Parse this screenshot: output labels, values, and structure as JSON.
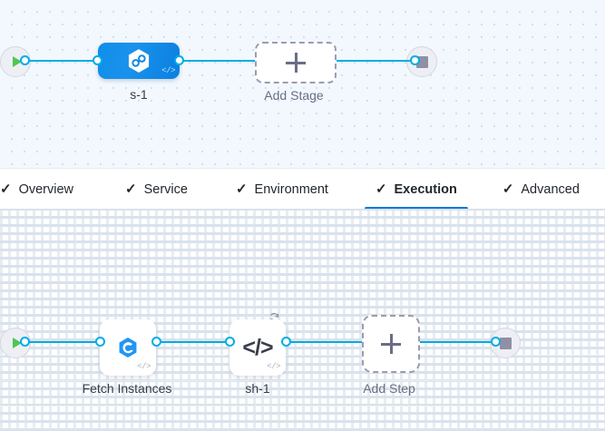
{
  "stage_canvas": {
    "name": "pipeline-stage-canvas",
    "background_color": "#f2f8fd",
    "start_node": {
      "icon": "play-icon",
      "label": ""
    },
    "end_node": {
      "icon": "stop-icon",
      "label": ""
    },
    "nodes": [
      {
        "id": "stage-s-1",
        "label": "s-1",
        "type": "deployment-stage",
        "icon": "harness-infinity-hexagon-icon",
        "badge_icon": "code-brackets-icon",
        "selected": true,
        "color": "#0f8ee9"
      },
      {
        "id": "add-stage",
        "label": "Add Stage",
        "type": "add-placeholder",
        "icon": "plus-icon"
      }
    ]
  },
  "tab_bar": {
    "name": "stage-config-tabs",
    "active_tab": "Execution",
    "active_color": "#0278d5",
    "tabs": [
      {
        "label": "Overview",
        "check": "✓",
        "active": false
      },
      {
        "label": "Service",
        "check": "✓",
        "active": false
      },
      {
        "label": "Environment",
        "check": "✓",
        "active": false
      },
      {
        "label": "Execution",
        "check": "✓",
        "active": true
      },
      {
        "label": "Advanced",
        "check": "✓",
        "active": false
      }
    ]
  },
  "step_canvas": {
    "name": "execution-steps-canvas",
    "background_color": "#ffffff",
    "start_node": {
      "icon": "play-icon",
      "label": ""
    },
    "end_node": {
      "icon": "stop-icon",
      "label": ""
    },
    "nodes": [
      {
        "id": "step-fetch-instances",
        "label": "Fetch Instances",
        "type": "step",
        "icon": "harness-fetch-instances-hexagon-icon",
        "badge_icon": "code-brackets-icon"
      },
      {
        "id": "step-sh-1",
        "label": "sh-1",
        "type": "step",
        "icon": "code-brackets-large-icon",
        "badge_icon": "code-brackets-icon",
        "loop_icon": "looping-strategy-icon"
      },
      {
        "id": "add-step",
        "label": "Add Step",
        "type": "add-placeholder",
        "icon": "plus-icon"
      }
    ]
  },
  "colors": {
    "link": "#00ade4",
    "port_stroke": "#00ade4",
    "start_green": "#4dc952",
    "stop_gray": "#8f90a6",
    "stage_blue": "#0f8ee9",
    "accent_blue": "#0278d5",
    "dashed_gray": "#9a9cb0"
  }
}
